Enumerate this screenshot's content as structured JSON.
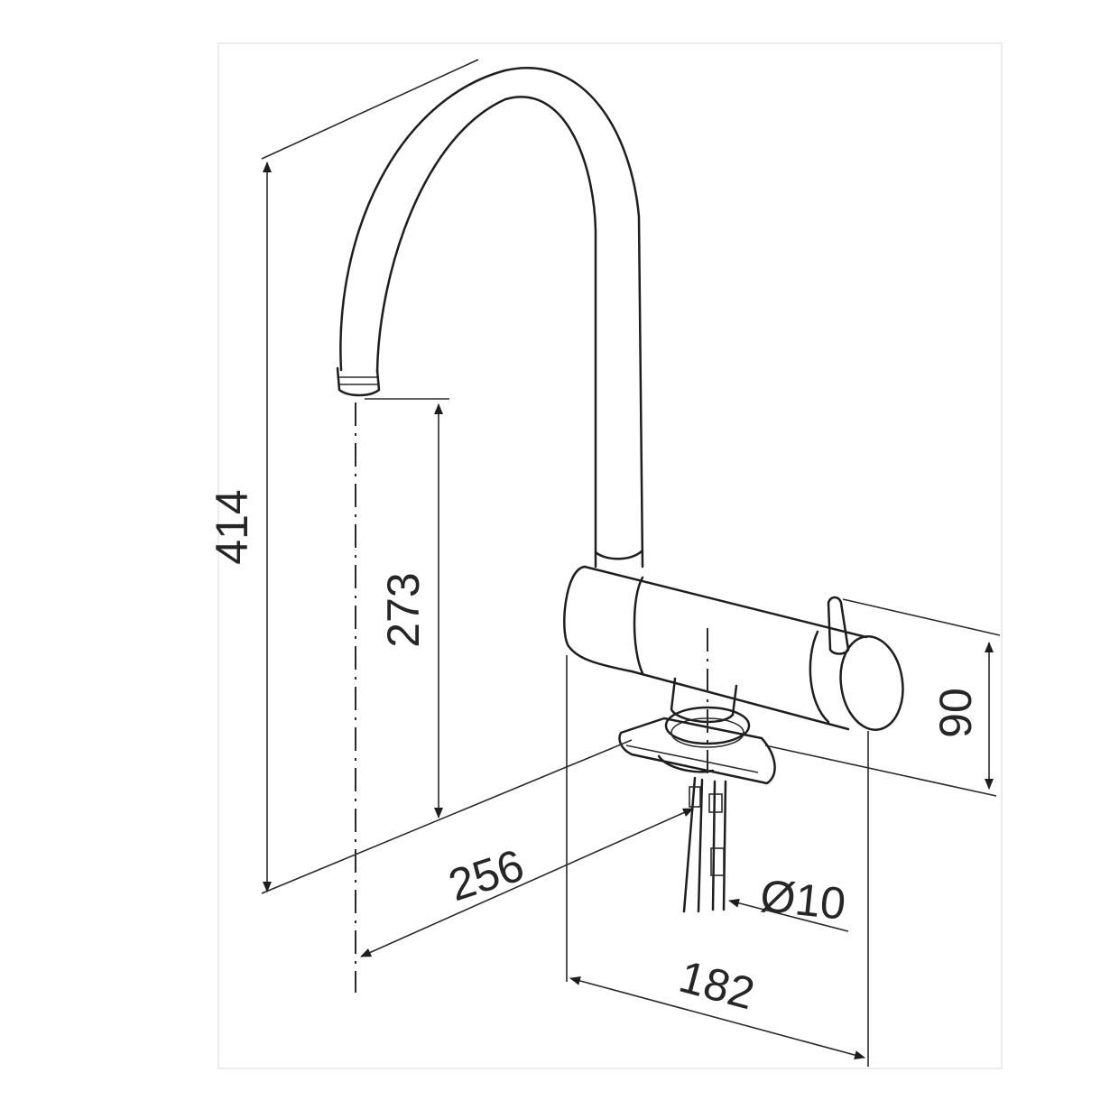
{
  "diagram": {
    "dimensions": {
      "total_height": "414",
      "spout_height": "273",
      "spout_reach": "256",
      "body_length": "182",
      "body_height": "90",
      "hose_diameter": "Ø10"
    }
  }
}
